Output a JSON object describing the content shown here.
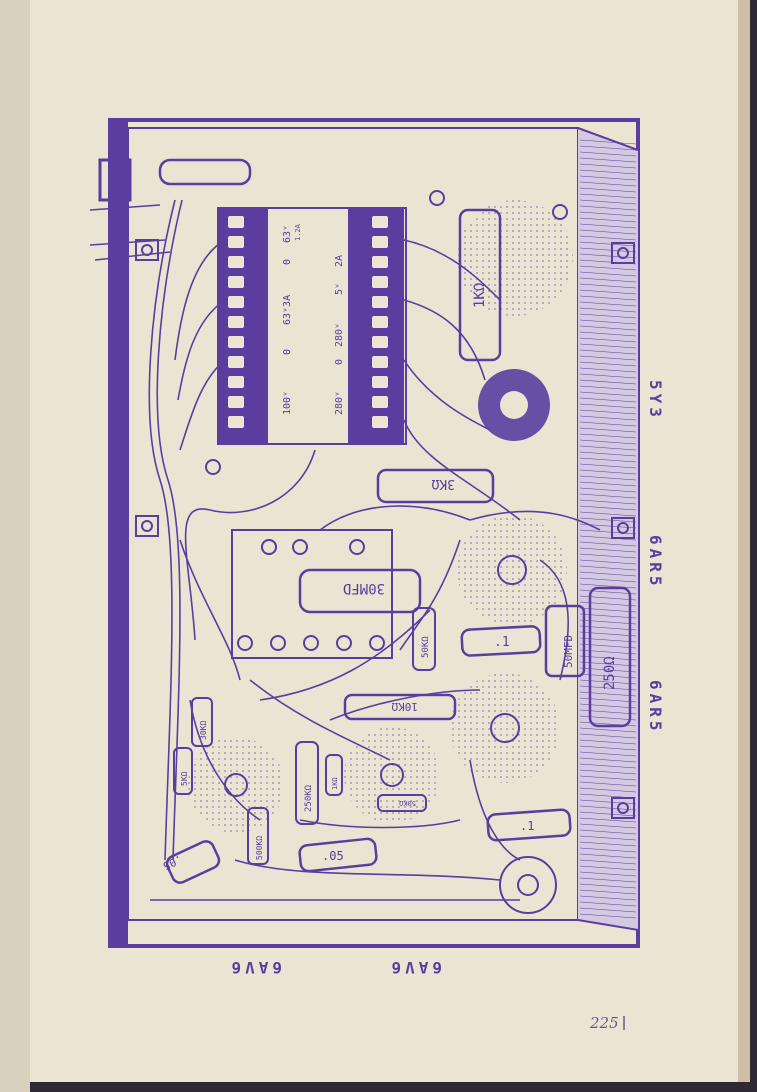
{
  "tube_labels": {
    "right_column": [
      "5Y3",
      "6AR5",
      "6AR5"
    ],
    "bottom_row": [
      "6AV6",
      "6AV6"
    ]
  },
  "transformer": {
    "taps": [
      "100ᵛ",
      "0",
      "63ᵛ3A",
      "0",
      "63ᵛ",
      "1.2A",
      "280ᵛ",
      "0",
      "280ᵛ",
      "5ᵛ",
      "2A"
    ]
  },
  "components": {
    "r_1k": "1KΩ",
    "r_3k": "3KΩ",
    "c_30mfd": "30MFD",
    "r_50k": "50KΩ",
    "c_point1_a": ".1",
    "c_50mfd": "50MFD",
    "r_250": "250Ω",
    "r_10k": "10KΩ",
    "r_30k": "30KΩ",
    "r_5k": "5KΩ",
    "r_500k": "500KΩ",
    "r_250k": "250KΩ",
    "r_1k_b": "1KΩ",
    "r_50k_b": "50KΩ",
    "c_point05": ".05",
    "c_point05_b": ".05",
    "c_point1_b": ".1"
  },
  "page_number": "225",
  "colors": {
    "paper": "#ece4d3",
    "ink": "#5a3d9e",
    "background": "#2d2a33"
  }
}
